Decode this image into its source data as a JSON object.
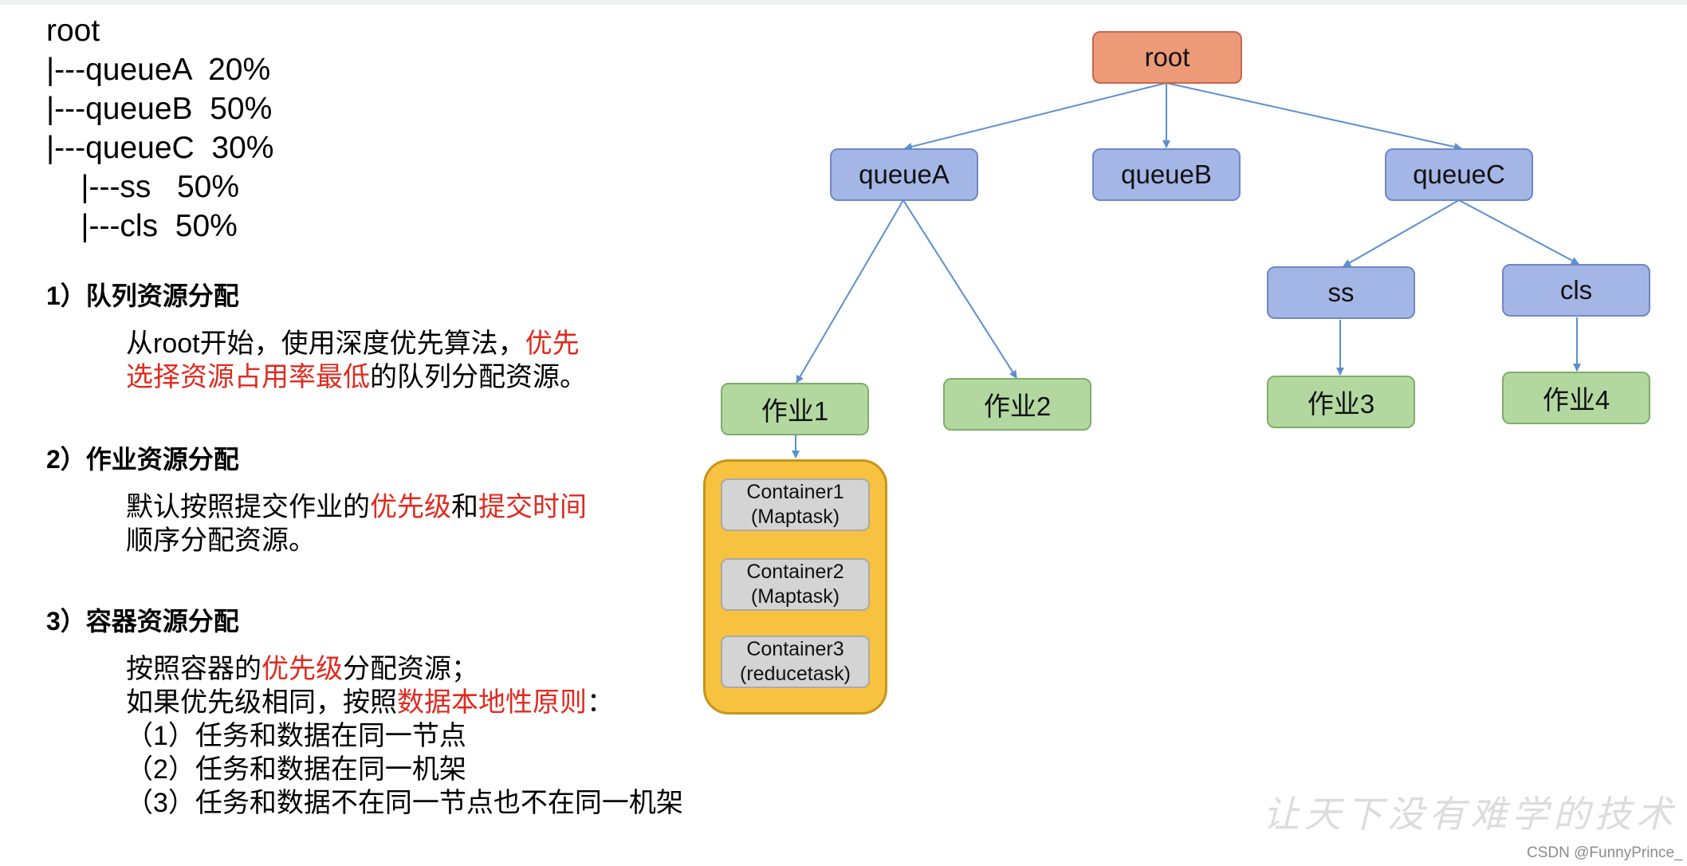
{
  "tree_text": {
    "lines": [
      "root",
      "|---queueA  20%",
      "|---queueB  50%",
      "|---queueC  30%",
      "    |---ss   50%",
      "    |---cls  50%"
    ]
  },
  "sections": [
    {
      "title": "1）队列资源分配",
      "line1_a": "从root开始，使用深度优先算法，",
      "line1_red": "优先",
      "line2_red": "选择资源占用率最低",
      "line2_b": "的队列分配资源。"
    },
    {
      "title": "2）作业资源分配",
      "line1_a": "默认按照提交作业的",
      "line1_red1": "优先级",
      "line1_b": "和",
      "line1_red2": "提交时间",
      "line2": "顺序分配资源。"
    },
    {
      "title": "3）容器资源分配",
      "line1_a": "按照容器的",
      "line1_red": "优先级",
      "line1_b": "分配资源；",
      "line2_a": "如果优先级相同，按照",
      "line2_red": "数据本地性原则",
      "line2_b": "：",
      "line3": "（1）任务和数据在同一节点",
      "line4": "（2）任务和数据在同一机架",
      "line5": "（3）任务和数据不在同一节点也不在同一机架"
    }
  ],
  "diagram": {
    "root": "root",
    "queues": [
      "queueA",
      "queueB",
      "queueC"
    ],
    "subqueues": [
      "ss",
      "cls"
    ],
    "jobs": [
      "作业1",
      "作业2",
      "作业3",
      "作业4"
    ],
    "containers": [
      {
        "name": "Container1",
        "task": "(Maptask)"
      },
      {
        "name": "Container2",
        "task": "(Maptask)"
      },
      {
        "name": "Container3",
        "task": "(reducetask)"
      }
    ]
  },
  "watermark": "让天下没有难学的技术",
  "credit": "CSDN @FunnyPrince_",
  "colors": {
    "root_fill": "#ec9a78",
    "queue_fill": "#a4b6e6",
    "job_fill": "#b2d8a0",
    "container_group_fill": "#f6c23f",
    "container_fill": "#d4d4d4",
    "highlight_text": "#e02a1f",
    "edge": "#5b8fce"
  }
}
